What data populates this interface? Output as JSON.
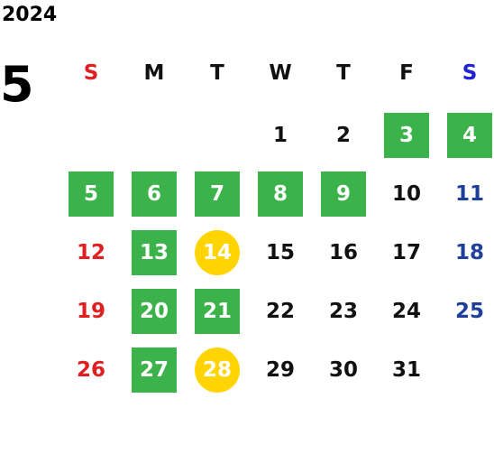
{
  "year": "2024",
  "month": "5",
  "colors": {
    "sunday": "#e02020",
    "saturday": "#1f3f9a",
    "weekday": "#111111",
    "highlight_square": "#3cb34a",
    "highlight_circle": "#ffd400",
    "saturday_header": "#1d22d6"
  },
  "weekdays": [
    "S",
    "M",
    "T",
    "W",
    "T",
    "F",
    "S"
  ],
  "days": [
    {
      "day": "1",
      "style": "plain"
    },
    {
      "day": "2",
      "style": "plain"
    },
    {
      "day": "3",
      "style": "square"
    },
    {
      "day": "4",
      "style": "square"
    },
    {
      "day": "5",
      "style": "square"
    },
    {
      "day": "6",
      "style": "square"
    },
    {
      "day": "7",
      "style": "square"
    },
    {
      "day": "8",
      "style": "square"
    },
    {
      "day": "9",
      "style": "square"
    },
    {
      "day": "10",
      "style": "plain"
    },
    {
      "day": "11",
      "style": "plain"
    },
    {
      "day": "12",
      "style": "plain"
    },
    {
      "day": "13",
      "style": "square"
    },
    {
      "day": "14",
      "style": "circle"
    },
    {
      "day": "15",
      "style": "plain"
    },
    {
      "day": "16",
      "style": "plain"
    },
    {
      "day": "17",
      "style": "plain"
    },
    {
      "day": "18",
      "style": "plain"
    },
    {
      "day": "19",
      "style": "plain"
    },
    {
      "day": "20",
      "style": "square"
    },
    {
      "day": "21",
      "style": "square"
    },
    {
      "day": "22",
      "style": "plain"
    },
    {
      "day": "23",
      "style": "plain"
    },
    {
      "day": "24",
      "style": "plain"
    },
    {
      "day": "25",
      "style": "plain"
    },
    {
      "day": "26",
      "style": "plain"
    },
    {
      "day": "27",
      "style": "square"
    },
    {
      "day": "28",
      "style": "circle"
    },
    {
      "day": "29",
      "style": "plain"
    },
    {
      "day": "30",
      "style": "plain"
    },
    {
      "day": "31",
      "style": "plain"
    }
  ]
}
